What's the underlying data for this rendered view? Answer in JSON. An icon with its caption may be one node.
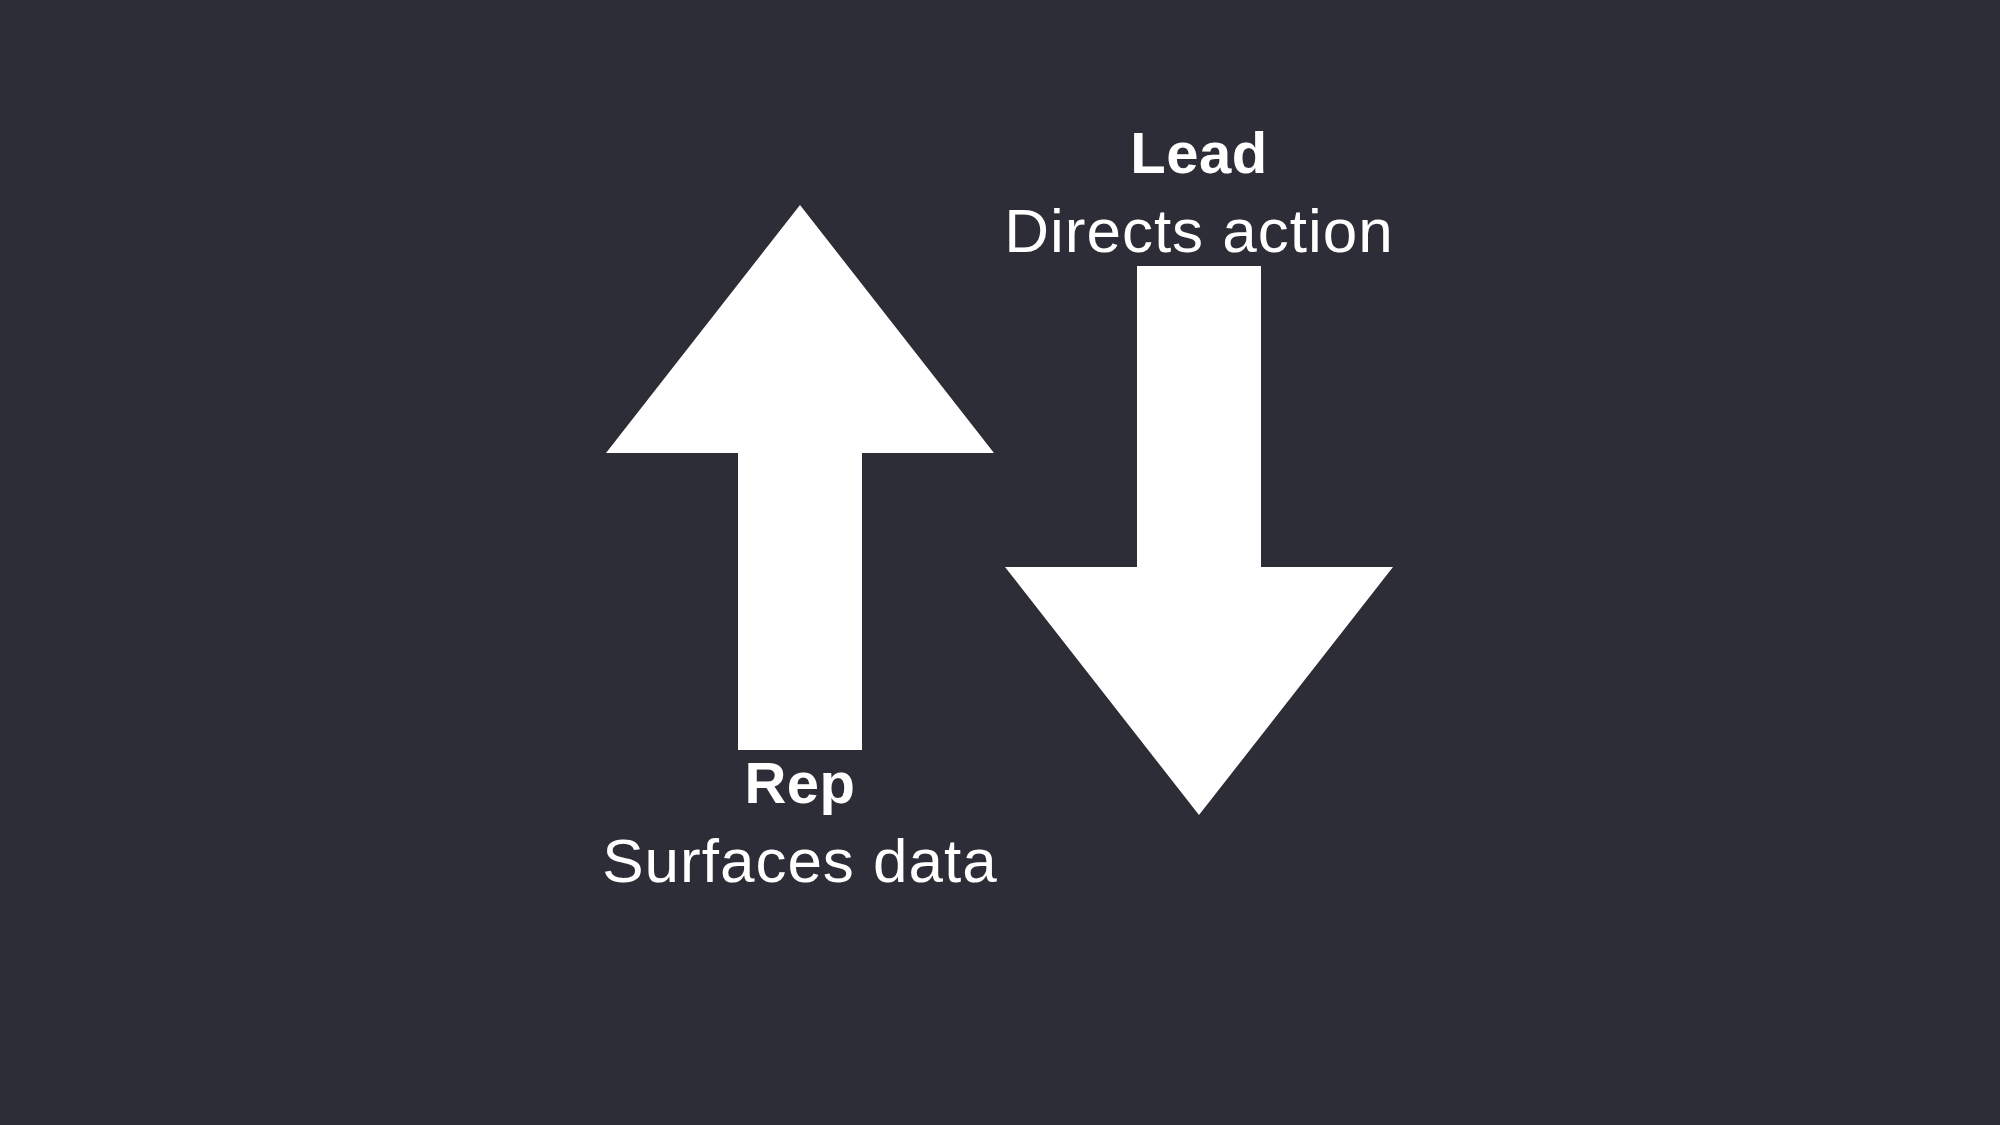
{
  "diagram": {
    "nodes": [
      {
        "text": [
          "Lead",
          "Directs action"
        ]
      },
      {
        "text": [
          "Rep",
          "Surfaces data"
        ]
      }
    ],
    "edges": [
      {
        "from": 1,
        "to": null,
        "arrow": "to"
      },
      {
        "from": 0,
        "to": null,
        "arrow": "to"
      }
    ]
  }
}
